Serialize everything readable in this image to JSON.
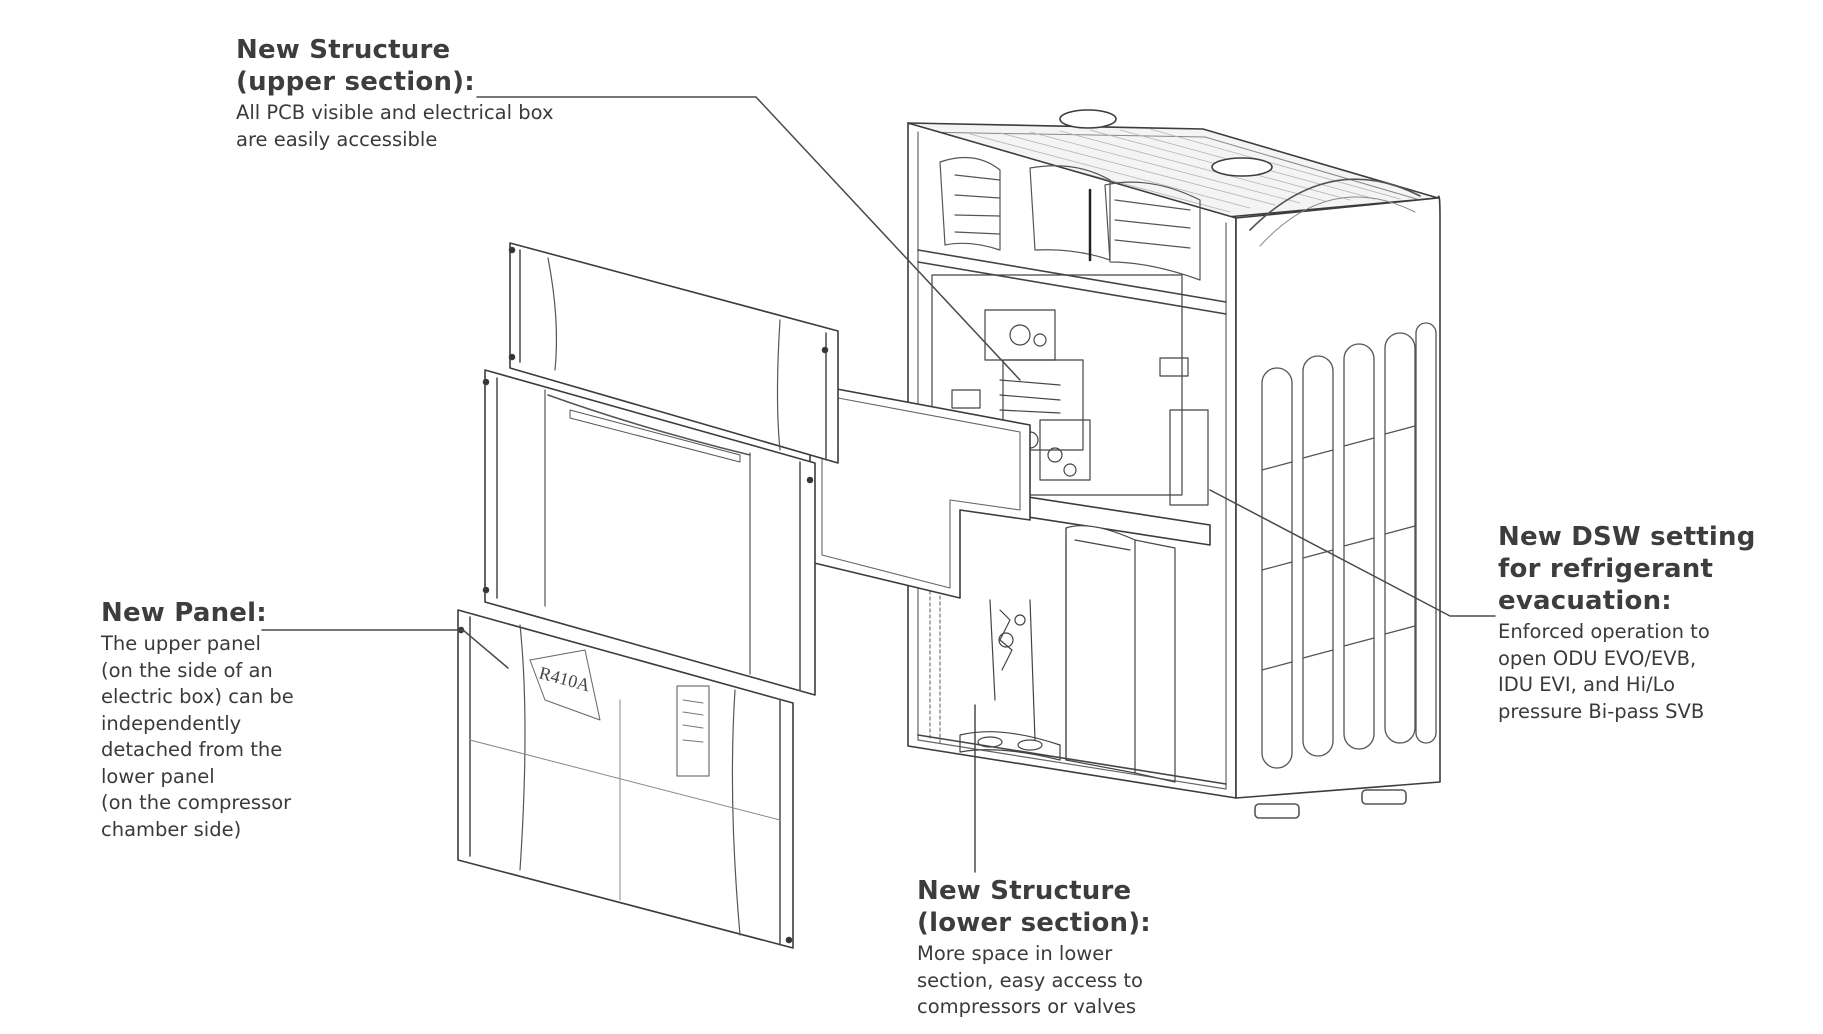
{
  "callouts": {
    "upper": {
      "title_lines": [
        "New Structure",
        "(upper section):"
      ],
      "body_lines": [
        "All PCB visible and electrical box",
        "are easily accessible"
      ]
    },
    "panel": {
      "title_lines": [
        "New Panel:"
      ],
      "body_lines": [
        "The upper panel",
        "(on the side of an",
        "electric box) can be",
        "independently",
        "detached from the",
        "lower panel",
        "(on the compressor",
        "chamber side)"
      ]
    },
    "dsw": {
      "title_lines": [
        "New DSW setting",
        "for refrigerant",
        "evacuation:"
      ],
      "body_lines": [
        "Enforced operation to",
        "open ODU EVO/EVB,",
        "IDU EVI, and Hi/Lo",
        "pressure Bi-pass SVB"
      ]
    },
    "lower": {
      "title_lines": [
        "New Structure",
        "(lower section):"
      ],
      "body_lines": [
        "More space in lower",
        "section, easy access to",
        "compressors or valves"
      ]
    }
  },
  "panel_labels": {
    "refrigerant": "R410A"
  },
  "colors": {
    "text": "#3a3a3a",
    "line": "#4a4a4a"
  }
}
